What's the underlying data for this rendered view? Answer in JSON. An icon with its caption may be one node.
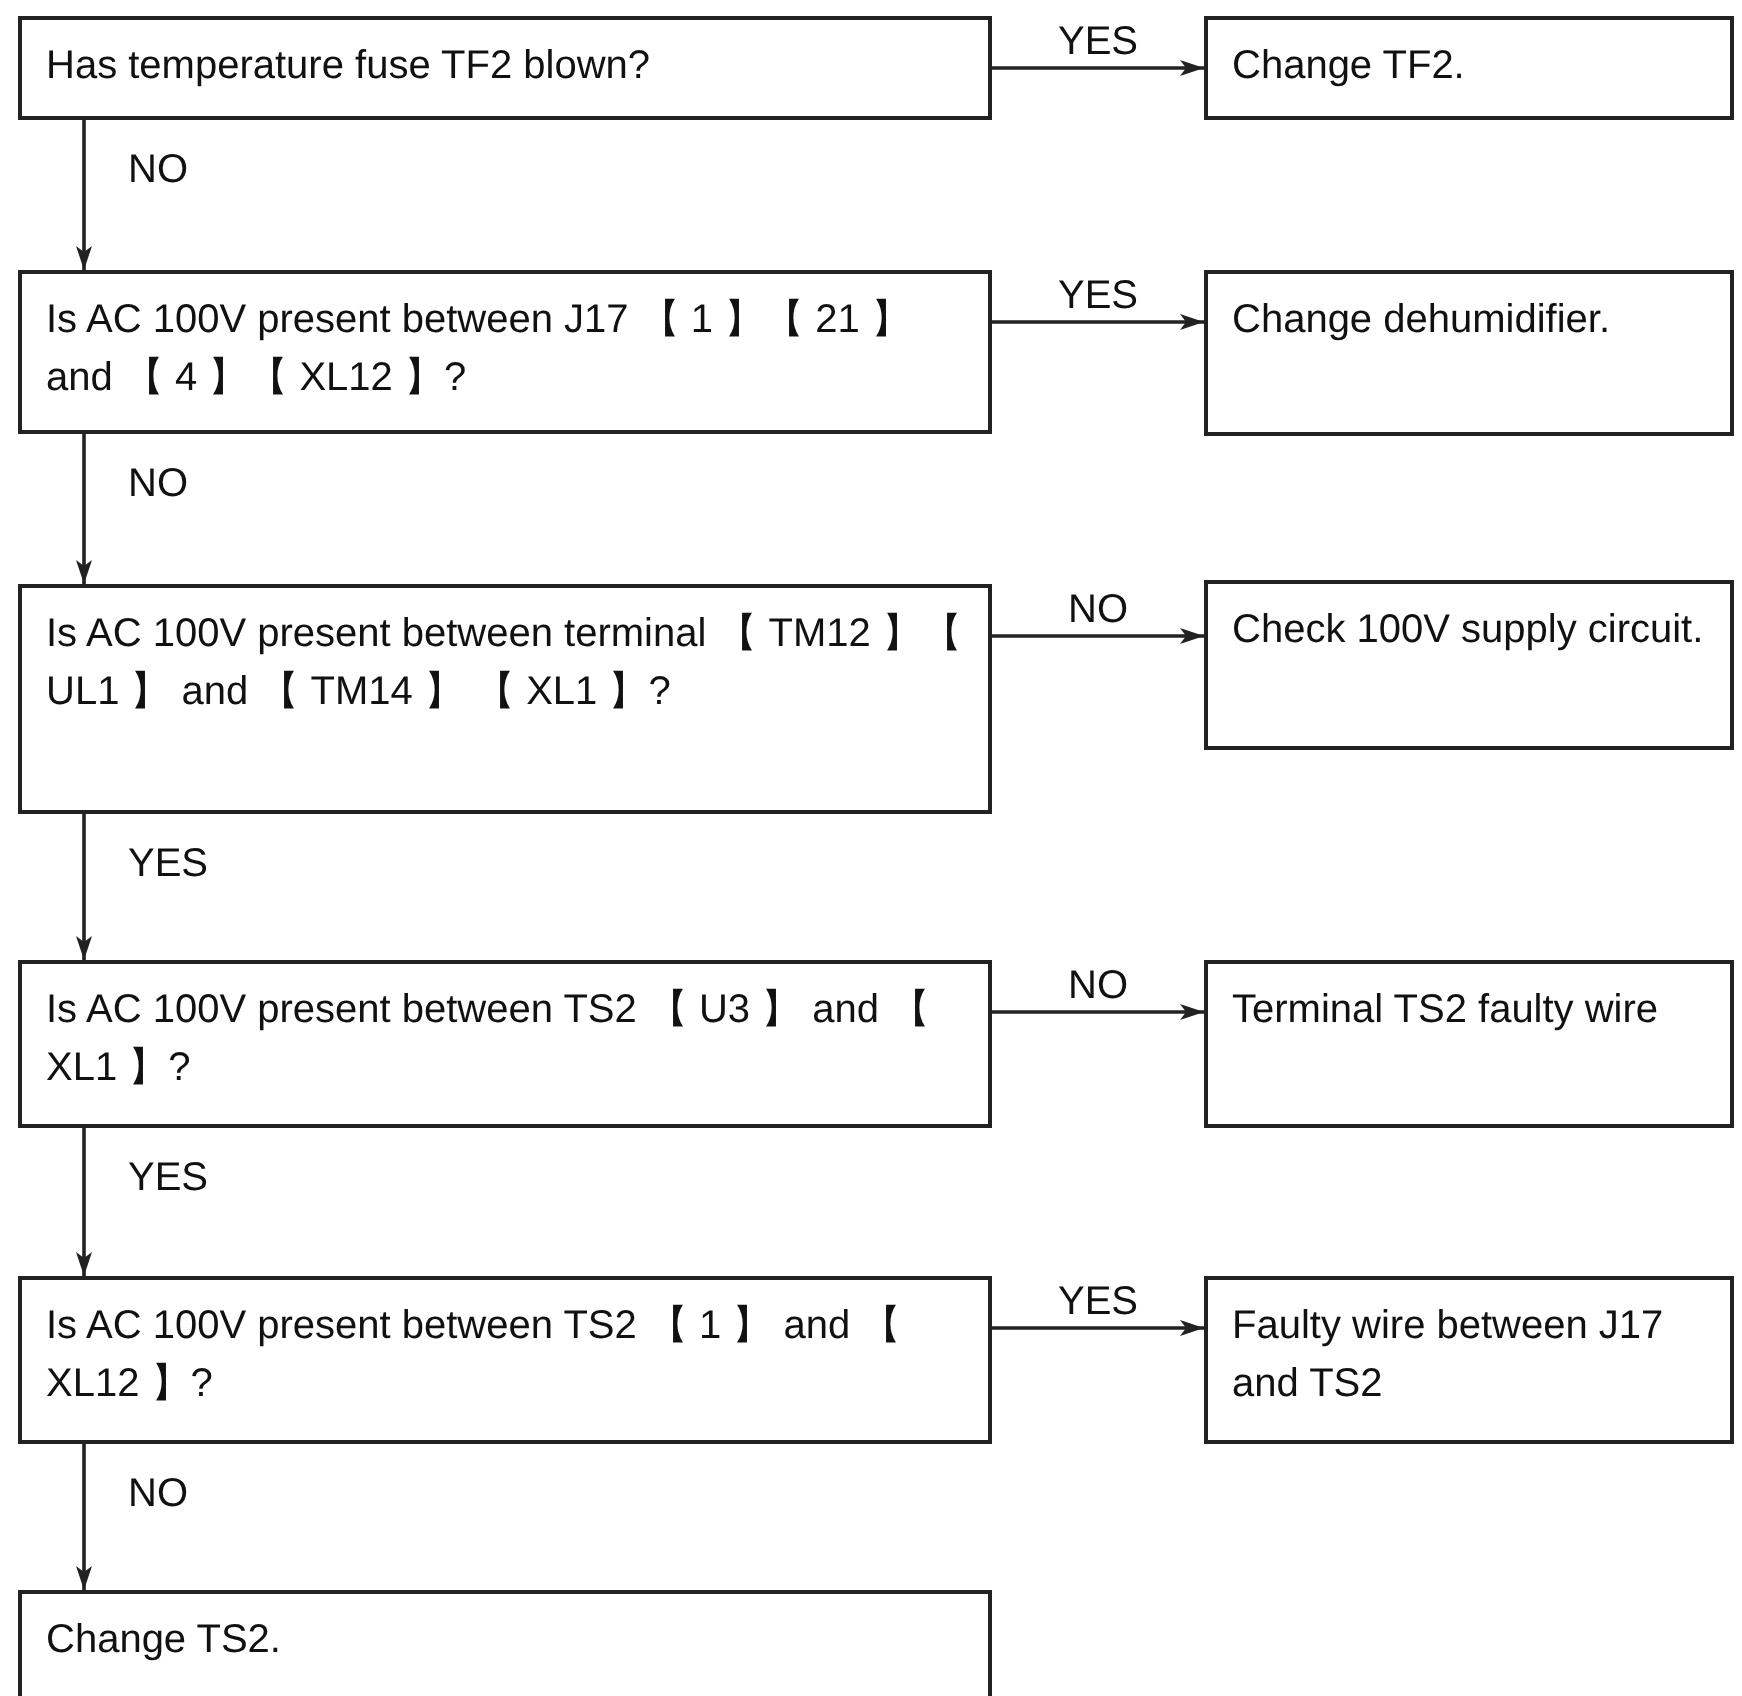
{
  "diagram": {
    "nodes": [
      {
        "text": [
          "Has temperature fuse TF2 blown?"
        ]
      },
      {
        "text": [
          "Change TF2."
        ]
      },
      {
        "text": [
          "Is AC 100V present between J17 【 1 】【 21 】 and 【 4 】【 XL12 】?"
        ]
      },
      {
        "text": [
          "Change dehumidifier."
        ]
      },
      {
        "text": [
          "Is AC 100V present between terminal 【 TM12 】【 UL1 】 and 【 TM14 】 【 XL1 】?"
        ]
      },
      {
        "text": [
          "Check 100V supply circuit."
        ]
      },
      {
        "text": [
          "Is AC 100V present between TS2 【 U3 】 and 【 XL1 】?"
        ]
      },
      {
        "text": [
          "Terminal TS2 faulty wire"
        ]
      },
      {
        "text": [
          "Is AC 100V present between TS2 【 1 】 and 【 XL12 】?"
        ]
      },
      {
        "text": [
          "Faulty wire between J17 and TS2"
        ]
      },
      {
        "text": [
          "Change TS2."
        ]
      }
    ],
    "edges": [
      {
        "from": 0,
        "to": 1,
        "arrow": "to",
        "label": "YES"
      },
      {
        "from": 0,
        "to": 2,
        "arrow": "to",
        "label": "NO"
      },
      {
        "from": 2,
        "to": 3,
        "arrow": "to",
        "label": "YES"
      },
      {
        "from": 2,
        "to": 4,
        "arrow": "to",
        "label": "NO"
      },
      {
        "from": 4,
        "to": 5,
        "arrow": "to",
        "label": "NO"
      },
      {
        "from": 4,
        "to": 6,
        "arrow": "to",
        "label": "YES"
      },
      {
        "from": 6,
        "to": 7,
        "arrow": "to",
        "label": "NO"
      },
      {
        "from": 6,
        "to": 8,
        "arrow": "to",
        "label": "YES"
      },
      {
        "from": 8,
        "to": 9,
        "arrow": "to",
        "label": "YES"
      },
      {
        "from": 8,
        "to": 10,
        "arrow": "to",
        "label": "NO"
      }
    ]
  }
}
